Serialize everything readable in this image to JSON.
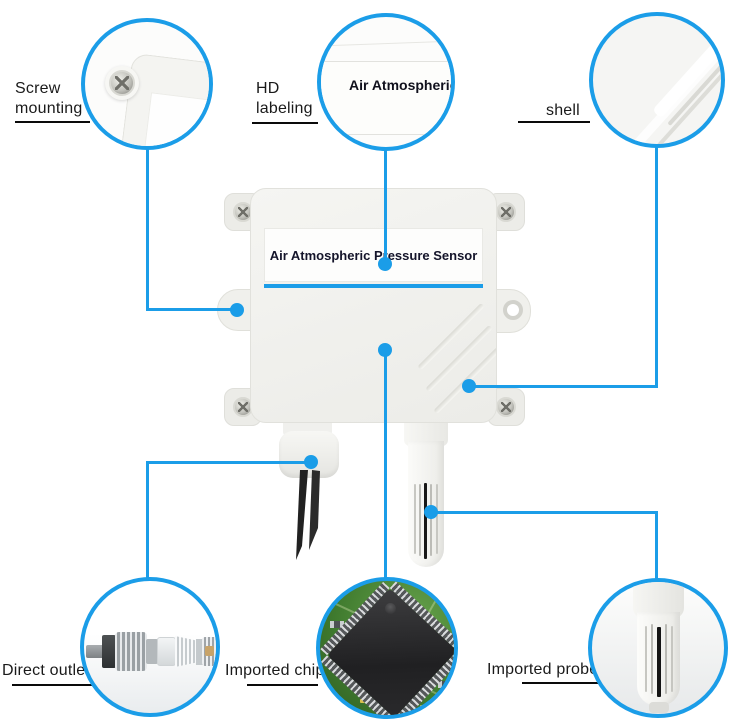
{
  "colors": {
    "accent_blue": "#1b9de8",
    "label_text": "#1a1a1a",
    "underline_black": "#0a0a0a",
    "device_body": "#f2f2ee",
    "pcb_green": "#4c8a36",
    "chip_black": "#222224"
  },
  "device": {
    "name_label": "Air Atmospheric Pressure Sensor"
  },
  "callouts": {
    "screw_mounting": {
      "label": "Screw mounting"
    },
    "hd_labeling": {
      "label": "HD labeling",
      "zoom_text": "Air Atmospheric"
    },
    "shell": {
      "label": "shell"
    },
    "direct_outlet": {
      "label": "Direct outlet"
    },
    "imported_chip": {
      "label": "Imported chip"
    },
    "imported_probe": {
      "label": "Imported probe"
    }
  }
}
